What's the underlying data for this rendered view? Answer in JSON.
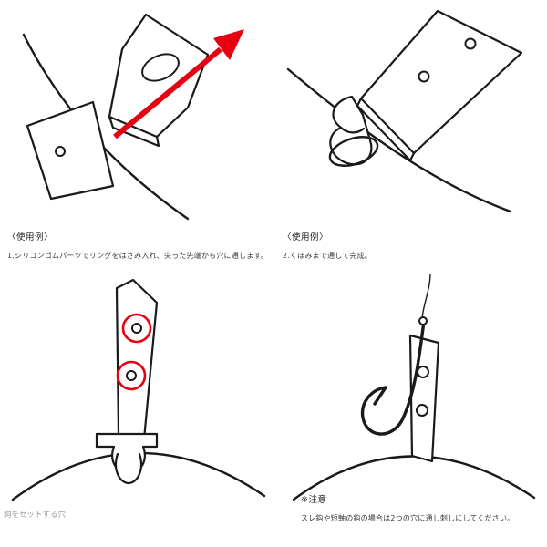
{
  "colors": {
    "ink": "#1a1a1a",
    "red": "#e60012",
    "muted": "#9a9a9a",
    "text": "#3a3a3a"
  },
  "panels": {
    "step1": {
      "heading": "〈使用例〉",
      "text": "1.シリコンゴムパーツでリングをはさみ入れ、尖った先端から穴に通します。"
    },
    "step2": {
      "heading": "〈使用例〉",
      "text": "2.くぼみまで通して完成。"
    },
    "hole_note": {
      "text": "鈎をセットする穴"
    },
    "caution": {
      "heading": "※注意",
      "text": "スレ鈎や短軸の鈎の場合は2つの穴に通し刺しにしてください。"
    }
  }
}
